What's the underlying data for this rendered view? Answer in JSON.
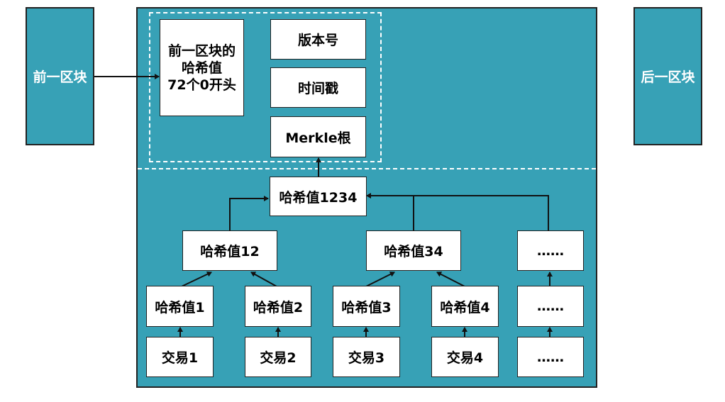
{
  "blocks": {
    "prev": "前一区块",
    "next": "后一区块"
  },
  "header": {
    "prev_hash_line1": "前一区块的",
    "prev_hash_line2": "哈希值",
    "prev_hash_line3": "72个0开头",
    "version": "版本号",
    "timestamp": "时间戳",
    "merkle_root": "Merkle根"
  },
  "tree": {
    "hash_1234": "哈希值1234",
    "hash_12": "哈希值12",
    "hash_34": "哈希值34",
    "hash_1": "哈希值1",
    "hash_2": "哈希值2",
    "hash_3": "哈希值3",
    "hash_4": "哈希值4",
    "tx_1": "交易1",
    "tx_2": "交易2",
    "tx_3": "交易3",
    "tx_4": "交易4",
    "ellipsis_top": "……",
    "ellipsis_mid": "……",
    "ellipsis_bottom": "……"
  },
  "colors": {
    "block_fill": "#37a1b6",
    "box_fill": "#ffffff",
    "line": "#111111"
  }
}
